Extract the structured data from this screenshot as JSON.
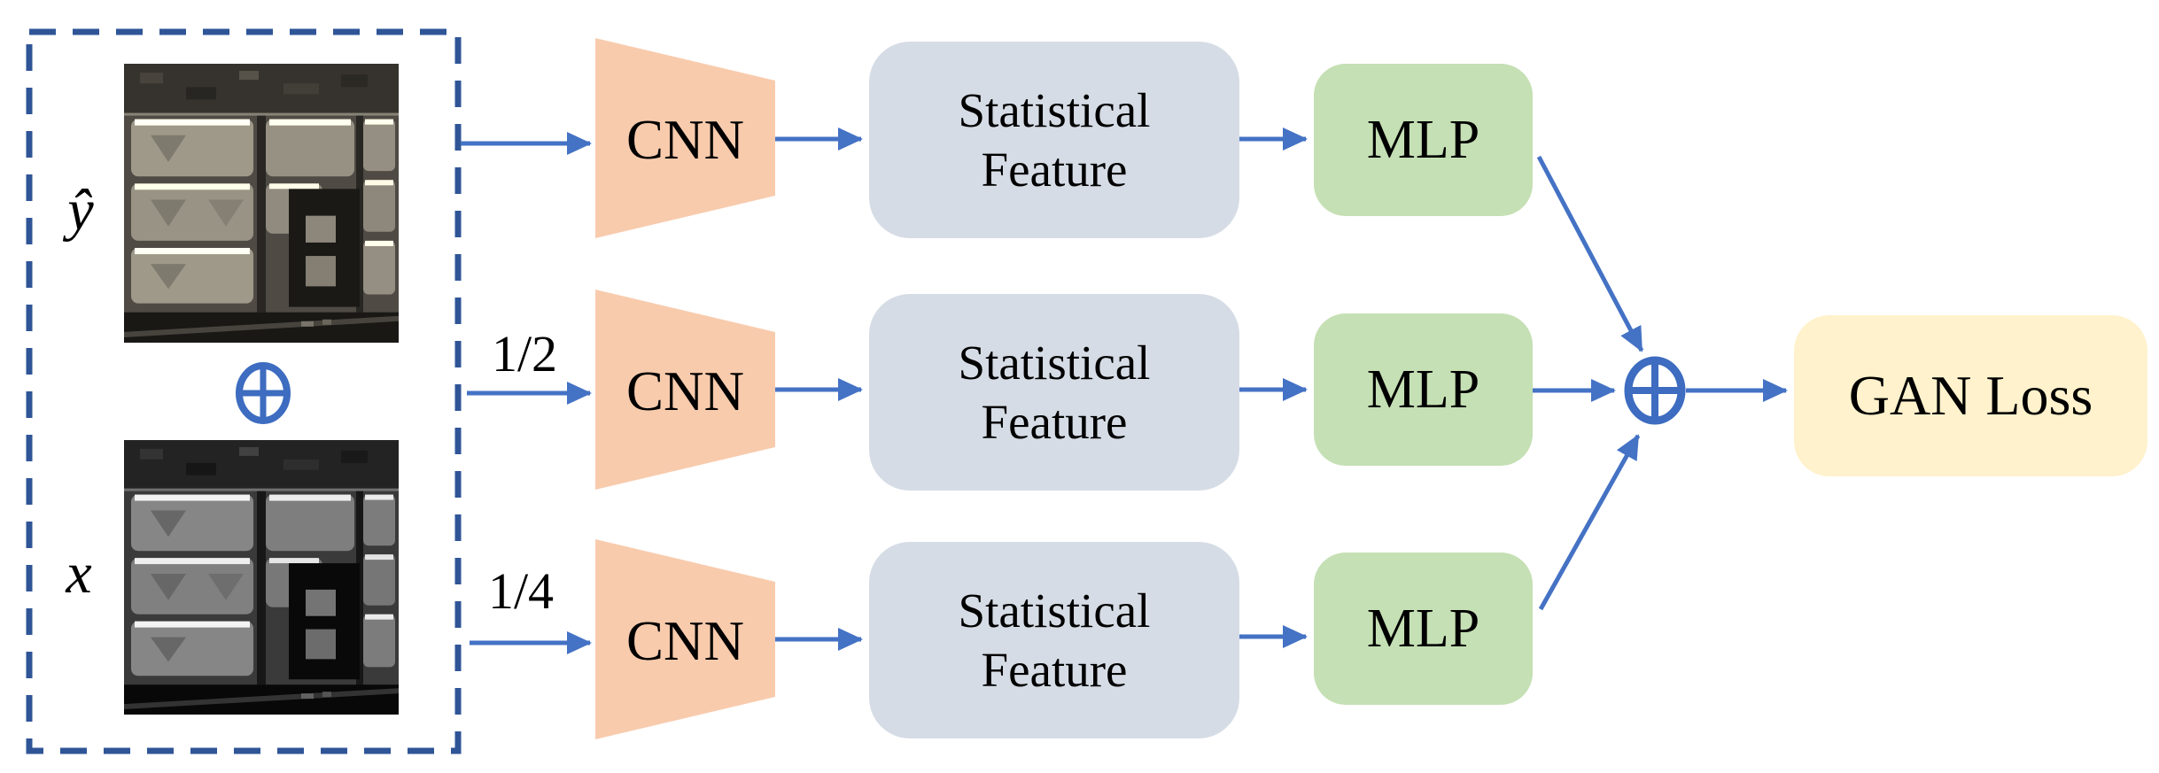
{
  "inputs": {
    "generated_image_label": "ŷ",
    "real_image_label": "x",
    "combine_symbol": "⊕",
    "generated_image_alt": "aerial-photo-generated",
    "real_image_alt": "aerial-photo-real"
  },
  "branches": [
    {
      "scale_label": "",
      "cnn_label": "CNN",
      "feature_label": "Statistical Feature",
      "mlp_label": "MLP"
    },
    {
      "scale_label": "1/2",
      "cnn_label": "CNN",
      "feature_label": "Statistical Feature",
      "mlp_label": "MLP"
    },
    {
      "scale_label": "1/4",
      "cnn_label": "CNN",
      "feature_label": "Statistical Feature",
      "mlp_label": "MLP"
    }
  ],
  "aggregator": {
    "symbol": "⊕"
  },
  "output": {
    "label": "GAN Loss"
  },
  "icons": {
    "combine": "circled-plus-icon",
    "aggregate": "circled-plus-icon"
  },
  "palette": {
    "arrow_blue": "#4472C4",
    "dashed_border_blue": "#2F5597",
    "plus_blue": "#3D6CC0",
    "cnn_fill": "#F8CBAD",
    "feature_fill": "#D6DCE5",
    "mlp_fill": "#C5E0B4",
    "loss_fill": "#FFF2CC",
    "text_color": "#000000"
  }
}
